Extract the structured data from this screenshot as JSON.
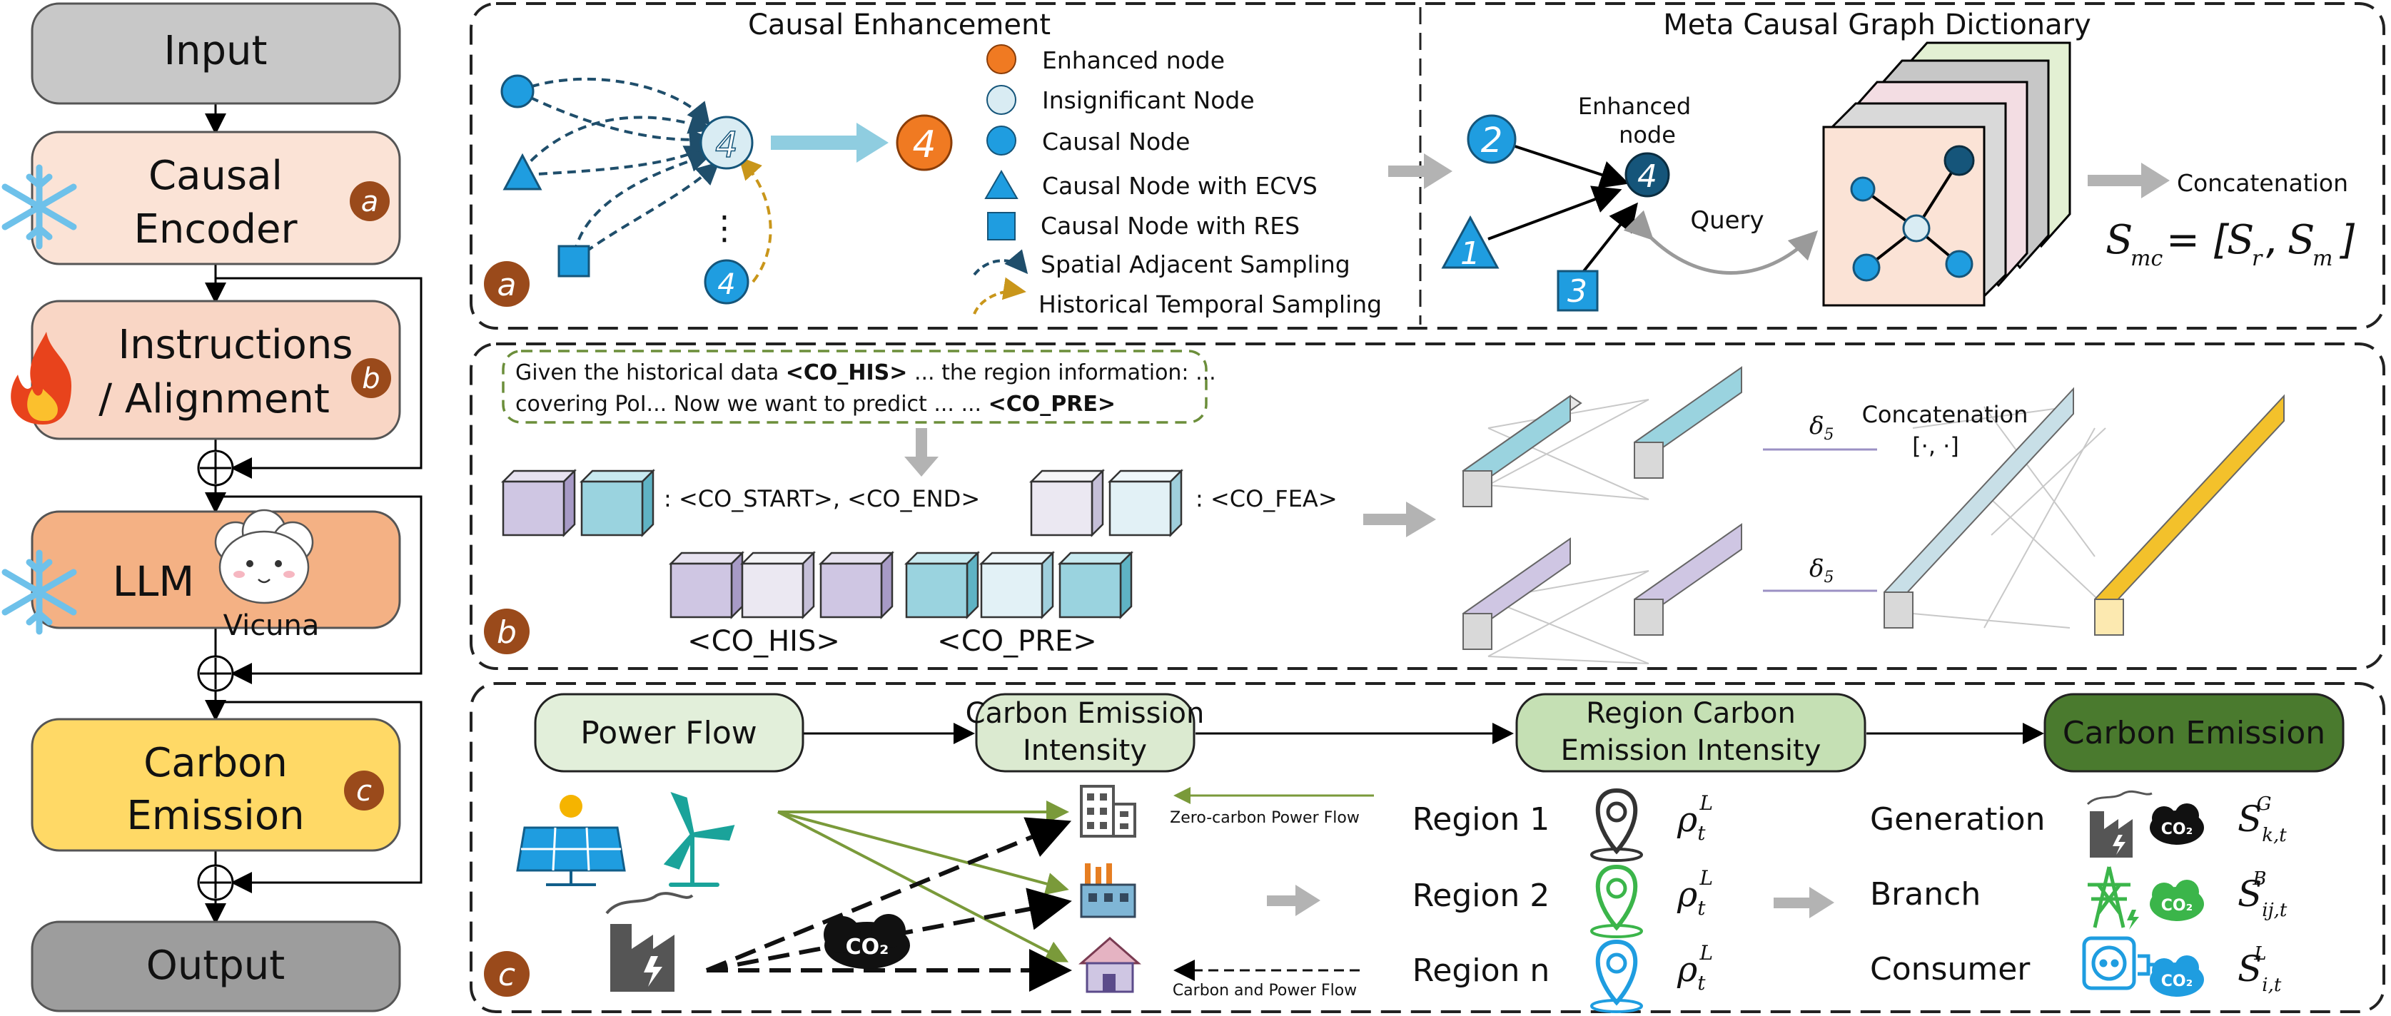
{
  "colors": {
    "input_box": "#c8c8c8",
    "encoder_box": "#fbe3d6",
    "alignment_box": "#f9d6c5",
    "llm_box": "#f4b184",
    "carbon_box": "#ffd966",
    "output_box": "#9d9d9d",
    "badge": "#9a4a1b",
    "causal_node": "#1f9de0",
    "enhanced_node": "#f07a22",
    "insignificant_node": "#d9ecf3",
    "spatial_arrow": "#1f4e6b",
    "temporal_arrow": "#c9961a",
    "green_dark": "#2b4f22",
    "green_light": "#e2efda",
    "green_mid": "#c5e0b4",
    "cube_purple": "#cfc6e3",
    "cube_teal": "#9ad3df",
    "cube_light": "#e2f1f6",
    "cube_yellow": "#f3c12b"
  },
  "icons": [
    "snowflake-icon",
    "fire-icon",
    "sheep-icon",
    "solar-panel-icon",
    "wind-turbine-icon",
    "power-plant-icon",
    "office-building-icon",
    "factory-icon",
    "house-icon",
    "co2-cloud-icon",
    "location-pin-icon",
    "transmission-tower-icon",
    "power-socket-icon"
  ],
  "pipeline": {
    "input": "Input",
    "encoder_line1": "Causal",
    "encoder_line2": "Encoder",
    "alignment_line1": "Instructions",
    "alignment_line2": "/ Alignment",
    "llm": "LLM",
    "llm_model": "Vicuna",
    "carbon_line1": "Carbon",
    "carbon_line2": "Emission",
    "output": "Output",
    "oplus": "⊕",
    "badge_a": "a",
    "badge_b": "b",
    "badge_c": "c"
  },
  "panel_a": {
    "left_title": "Causal Enhancement",
    "right_title": "Meta Causal Graph Dictionary",
    "badge": "a",
    "node_center": "4",
    "node_bottom": "4",
    "node_enhanced": "4",
    "dots": "⋮",
    "legend": [
      "Enhanced node",
      "Insignificant Node",
      "Causal Node",
      "Causal Node with ECVS",
      "Causal Node with RES",
      "Spatial Adjacent Sampling",
      "Historical Temporal Sampling"
    ],
    "graph_node_2": "2",
    "graph_node_1": "1",
    "graph_node_3": "3",
    "graph_node_4": "4",
    "enhanced_label_1": "Enhanced",
    "enhanced_label_2": "node",
    "query": "Query",
    "concatenation": "Concatenation",
    "formula_lhs": "S",
    "formula_lhs_sub": "mc",
    "formula_eq": "= [",
    "formula_s1": "S",
    "formula_s1_sub": "r",
    "formula_comma": ",",
    "formula_s2": "S",
    "formula_s2_sub": "m",
    "formula_close": "]"
  },
  "panel_b": {
    "badge": "b",
    "prompt_line1_a": "Given the historical data ",
    "prompt_line1_tok": "<CO_HIS>",
    "prompt_line1_b": " ... the region information: ...",
    "prompt_line2_a": "covering PoI... Now we want to predict ... ... ",
    "prompt_line2_tok": "<CO_PRE>",
    "start_end_label": ": <CO_START>, <CO_END>",
    "fea_label": ": <CO_FEA>",
    "his_label": "<CO_HIS>",
    "pre_label": "<CO_PRE>",
    "delta": "δ",
    "delta_sub": "5",
    "concatenation": "Concatenation",
    "concat_symbol": "[·, ·]"
  },
  "panel_c": {
    "badge": "c",
    "power_flow": "Power Flow",
    "cei_line1": "Carbon Emission",
    "cei_line2": "Intensity",
    "rcei_line1": "Region Carbon",
    "rcei_line2": "Emission Intensity",
    "carbon_emission": "Carbon Emission",
    "zero_carbon_flow": "Zero-carbon Power Flow",
    "carbon_power_flow": "Carbon and Power Flow",
    "co2": "CO₂",
    "regions": [
      "Region 1",
      "Region 2",
      "Region n"
    ],
    "rho": "ρ",
    "rho_sub": "t",
    "rho_sup": "L",
    "categories": [
      "Generation",
      "Branch",
      "Consumer"
    ],
    "s_symbol": "S",
    "s_subs": [
      "k,t",
      "ij,t",
      "i,t"
    ],
    "s_sups": [
      "G",
      "B",
      "L"
    ]
  }
}
